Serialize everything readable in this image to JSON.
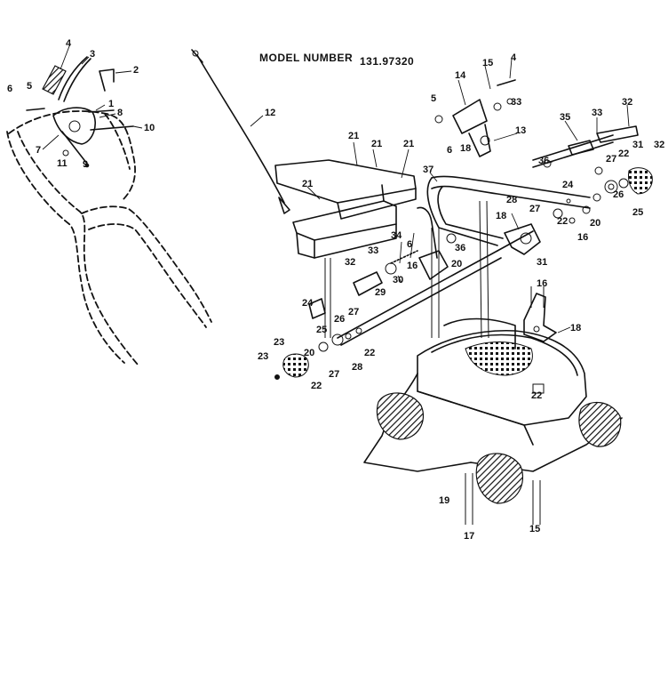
{
  "header": {
    "model_label": "MODEL NUMBER",
    "model_number": "131.97320"
  },
  "labels": {
    "l1": "1",
    "l2": "2",
    "l3": "3",
    "l4": "4",
    "l5": "5",
    "l6": "6",
    "l7": "7",
    "l8": "8",
    "l9": "9",
    "l10": "10",
    "l11": "11",
    "l12": "12",
    "l13": "13",
    "l14": "14",
    "l15": "15",
    "l16": "16",
    "l17": "17",
    "l18": "18",
    "l19": "19",
    "l20": "20",
    "l21": "21",
    "l22": "22",
    "l23": "23",
    "l24": "24",
    "l25": "25",
    "l26": "26",
    "l27": "27",
    "l28": "28",
    "l29": "29",
    "l30": "30",
    "l31": "31",
    "l32": "32",
    "l33": "33",
    "l34": "34",
    "l35": "35",
    "l36": "36",
    "l37": "37"
  }
}
